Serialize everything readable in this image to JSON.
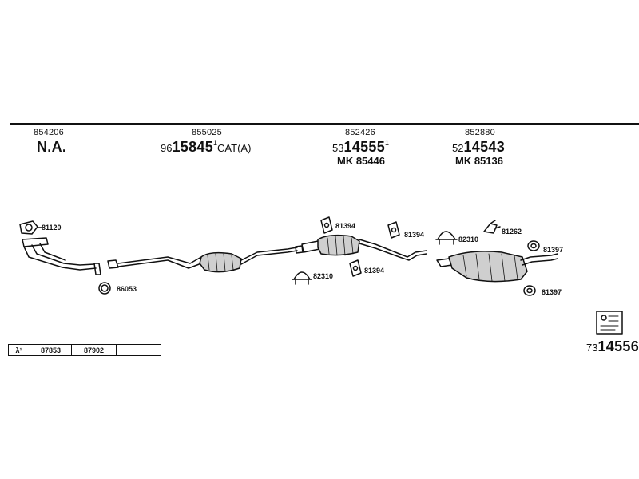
{
  "columns": [
    {
      "code": "854206",
      "main_prefix": "",
      "main_number": "N.A.",
      "sup": "",
      "suffix": "",
      "mk": ""
    },
    {
      "code": "855025",
      "main_prefix": "96",
      "main_number": "15845",
      "sup": "1",
      "suffix": "CAT(A)",
      "mk": ""
    },
    {
      "code": "852426",
      "main_prefix": "53",
      "main_number": "14555",
      "sup": "1",
      "suffix": "",
      "mk": "MK  85446"
    },
    {
      "code": "852880",
      "main_prefix": "52",
      "main_number": "14543",
      "sup": "",
      "suffix": "",
      "mk": "MK  85136"
    }
  ],
  "callouts": {
    "c81120": "81120",
    "c86053": "86053",
    "c81394a": "81394",
    "c82310a": "82310",
    "c81394b": "81394",
    "c81394c": "81394",
    "c82310b": "82310",
    "c81262": "81262",
    "c81397a": "81397",
    "c81397b": "81397"
  },
  "legend": {
    "symbol": "λ¹",
    "items": [
      "87853",
      "87902",
      ""
    ]
  },
  "footer": {
    "prefix": "73",
    "number": "14556"
  }
}
